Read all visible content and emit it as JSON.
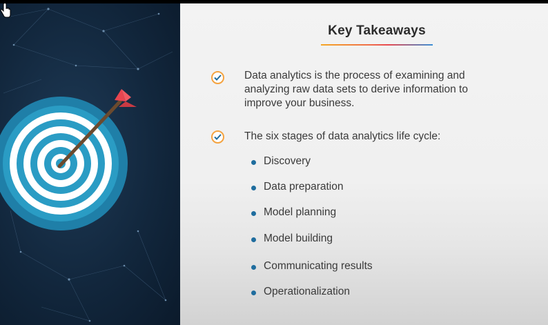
{
  "slide": {
    "title": "Key Takeaways",
    "takeaways": [
      {
        "lines": [
          "Data analytics is the process of examining and",
          "analyzing raw data sets to derive information to",
          "improve your business."
        ]
      },
      {
        "lines": [
          "The six stages of data analytics life cycle:"
        ]
      }
    ],
    "stages": [
      "Discovery",
      "Data preparation",
      "Model planning",
      "Model building",
      "Communicating results",
      "Operationalization"
    ]
  },
  "icons": {
    "target": "target-icon",
    "arrow": "arrow-icon",
    "check": "check-circle-icon",
    "bullet": "bullet-dot-icon",
    "cursor": "hand-cursor-icon"
  },
  "colors": {
    "left_bg": "#12273d",
    "target_light": "#2a9cc4",
    "target_dark": "#1f7fa8",
    "arrow_fletch": "#e8454f",
    "check_ring": "#f4a340",
    "check_mark": "#1f6d9e",
    "bullet": "#1f6d9e",
    "text": "#3a3a3a"
  }
}
